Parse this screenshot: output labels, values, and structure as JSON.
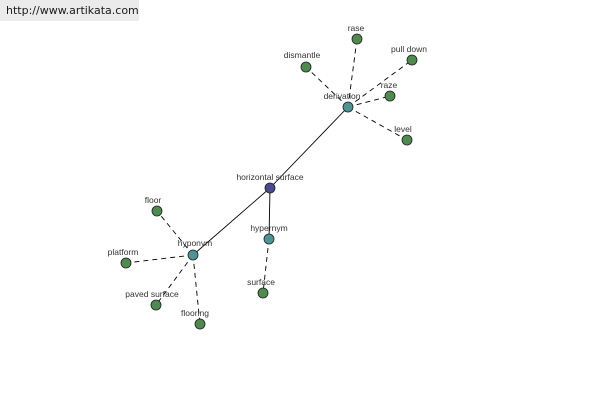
{
  "url": "http://www.artikata.com",
  "colors": {
    "root": "#4a4a8e",
    "relation": "#4f9494",
    "leaf": "#4f8a4f",
    "edge": "#000000",
    "background": "#ffffff",
    "url_background": "#ebebeb"
  },
  "nodes": [
    {
      "id": "horizontal-surface",
      "label": "horizontal surface",
      "kind": "root"
    },
    {
      "id": "derivation",
      "label": "derivation",
      "kind": "relation"
    },
    {
      "id": "hyponym",
      "label": "hyponym",
      "kind": "relation"
    },
    {
      "id": "hypernym",
      "label": "hypernym",
      "kind": "relation"
    },
    {
      "id": "rase",
      "label": "rase",
      "kind": "leaf"
    },
    {
      "id": "dismantle",
      "label": "dismantle",
      "kind": "leaf"
    },
    {
      "id": "pull-down",
      "label": "pull down",
      "kind": "leaf"
    },
    {
      "id": "raze",
      "label": "raze",
      "kind": "leaf"
    },
    {
      "id": "level",
      "label": "level",
      "kind": "leaf"
    },
    {
      "id": "floor",
      "label": "floor",
      "kind": "leaf"
    },
    {
      "id": "platform",
      "label": "platform",
      "kind": "leaf"
    },
    {
      "id": "paved-surface",
      "label": "paved surface",
      "kind": "leaf"
    },
    {
      "id": "flooring",
      "label": "flooring",
      "kind": "leaf"
    },
    {
      "id": "surface",
      "label": "surface",
      "kind": "leaf"
    }
  ],
  "edges": [
    {
      "from": "horizontal-surface",
      "to": "derivation",
      "style": "solid"
    },
    {
      "from": "horizontal-surface",
      "to": "hyponym",
      "style": "solid"
    },
    {
      "from": "horizontal-surface",
      "to": "hypernym",
      "style": "solid"
    },
    {
      "from": "derivation",
      "to": "rase",
      "style": "dashed"
    },
    {
      "from": "derivation",
      "to": "dismantle",
      "style": "dashed"
    },
    {
      "from": "derivation",
      "to": "pull-down",
      "style": "dashed"
    },
    {
      "from": "derivation",
      "to": "raze",
      "style": "dashed"
    },
    {
      "from": "derivation",
      "to": "level",
      "style": "dashed"
    },
    {
      "from": "hyponym",
      "to": "floor",
      "style": "dashed"
    },
    {
      "from": "hyponym",
      "to": "platform",
      "style": "dashed"
    },
    {
      "from": "hyponym",
      "to": "paved-surface",
      "style": "dashed"
    },
    {
      "from": "hyponym",
      "to": "flooring",
      "style": "dashed"
    },
    {
      "from": "hypernym",
      "to": "surface",
      "style": "dashed"
    }
  ]
}
